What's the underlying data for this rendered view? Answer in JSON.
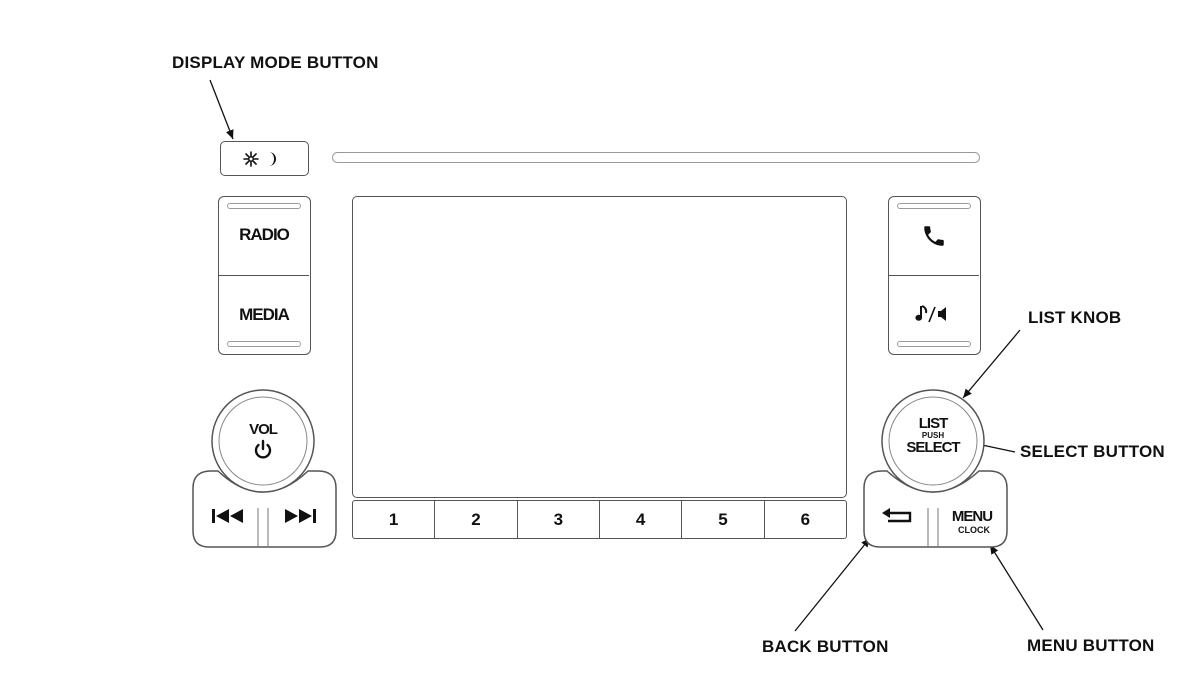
{
  "callouts": {
    "display_mode": "DISPLAY MODE BUTTON",
    "list_knob": "LIST KNOB",
    "select_button": "SELECT BUTTON",
    "back_button": "BACK BUTTON",
    "menu_button": "MENU BUTTON"
  },
  "buttons": {
    "radio": "RADIO",
    "media": "MEDIA",
    "vol": "VOL",
    "presets": [
      "1",
      "2",
      "3",
      "4",
      "5",
      "6"
    ]
  },
  "knob": {
    "list": "LIST",
    "push": "PUSH",
    "select": "SELECT"
  },
  "menu": {
    "menu": "MENU",
    "clock": "CLOCK"
  },
  "icons": {
    "display_mode": "sun-moon-icon",
    "phone": "phone-icon",
    "audio": "music-speaker-icon",
    "power": "power-icon",
    "skip_back": "skip-back-icon",
    "skip_forward": "skip-forward-icon",
    "back": "back-arrow-icon"
  }
}
